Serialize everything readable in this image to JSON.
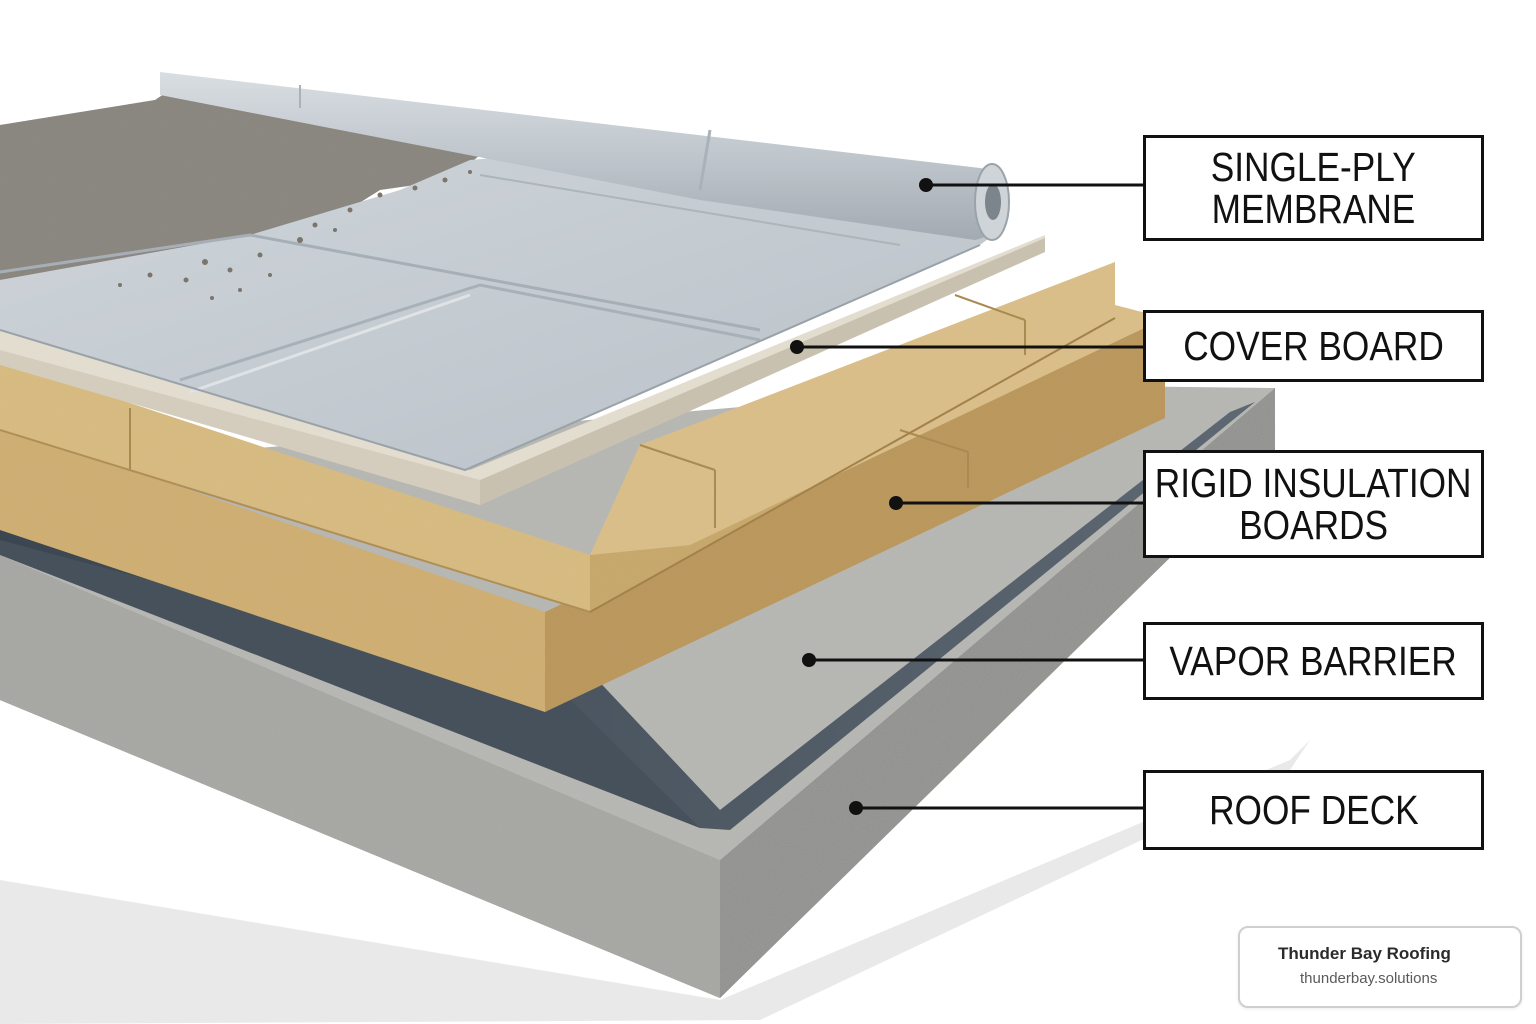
{
  "layers": [
    {
      "id": "membrane",
      "lines": [
        "SINGLE-PLY",
        "MEMBRANE"
      ]
    },
    {
      "id": "cover",
      "lines": [
        "COVER BOARD"
      ]
    },
    {
      "id": "insulation",
      "lines": [
        "RIGID INSULATION",
        "BOARDS"
      ]
    },
    {
      "id": "vapor",
      "lines": [
        "VAPOR BARRIER"
      ]
    },
    {
      "id": "deck",
      "lines": [
        "ROOF DECK"
      ]
    }
  ],
  "brand": {
    "name": "Thunder Bay Roofing",
    "url": "thunderbay.solutions"
  },
  "colors": {
    "membrane": "#c3cad0",
    "cover_board": "#ddd6c9",
    "insulation": "#d8bd86",
    "vapor_barrier": "#4f5a65",
    "concrete": "#a9a9a6",
    "gravel": "#8c8880"
  }
}
